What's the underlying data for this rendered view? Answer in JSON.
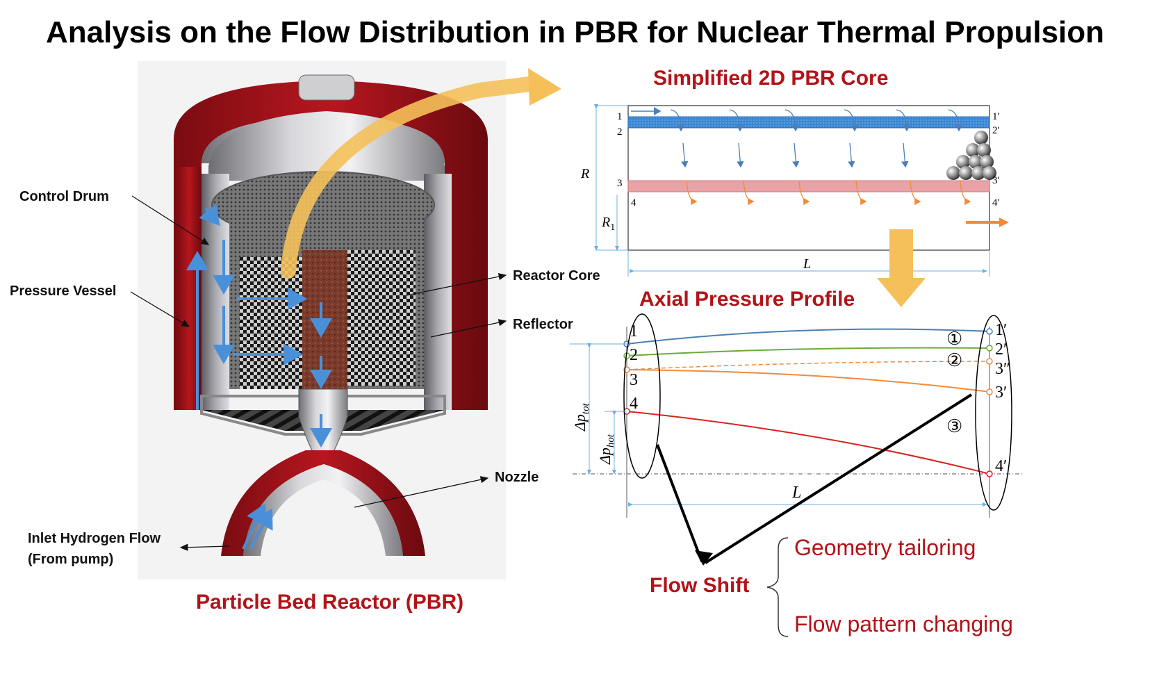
{
  "title": "Analysis on the Flow Distribution in PBR for Nuclear Thermal Propulsion",
  "reactor": {
    "caption": "Particle Bed Reactor (PBR)",
    "labels": {
      "control_drum": "Control Drum",
      "pressure_vessel": "Pressure Vessel",
      "reactor_core": "Reactor Core",
      "reflector": "Reflector",
      "nozzle": "Nozzle",
      "inlet_line1": "Inlet Hydrogen Flow",
      "inlet_line2": "(From pump)"
    }
  },
  "core2d": {
    "title": "Simplified 2D PBR Core",
    "points_left": [
      "1",
      "2",
      "3",
      "4"
    ],
    "points_right": [
      "1ʹ",
      "2ʹ",
      "3ʹ",
      "4ʹ"
    ],
    "dim_R": "R",
    "dim_R1": "R",
    "dim_R1_sub": "1",
    "dim_L": "L"
  },
  "pressure": {
    "title": "Axial Pressure Profile",
    "points_left": [
      "1",
      "2",
      "3",
      "4"
    ],
    "points_right": [
      "1ʹ",
      "2ʹ",
      "3ʺ",
      "3ʹ",
      "4ʹ"
    ],
    "circled": [
      "①",
      "②",
      "③"
    ],
    "dp_tot": "Δp",
    "dp_tot_sub": "tot",
    "dp_hot": "Δp",
    "dp_hot_sub": "hot",
    "dim_L": "L"
  },
  "flow_shift": {
    "label": "Flow Shift",
    "options": [
      "Geometry tailoring",
      "Flow pattern changing"
    ]
  },
  "colors": {
    "accent_red": "#b31217",
    "vessel_red": "#a8141c",
    "flow_blue": "#4a90d9",
    "hot_pink": "#e8a3a7",
    "line_blue": "#4a7fb5",
    "line_green": "#6aaa3a",
    "line_orange": "#f08a3c",
    "line_red": "#d9231f",
    "arrow_gold": "#f5c05a"
  }
}
